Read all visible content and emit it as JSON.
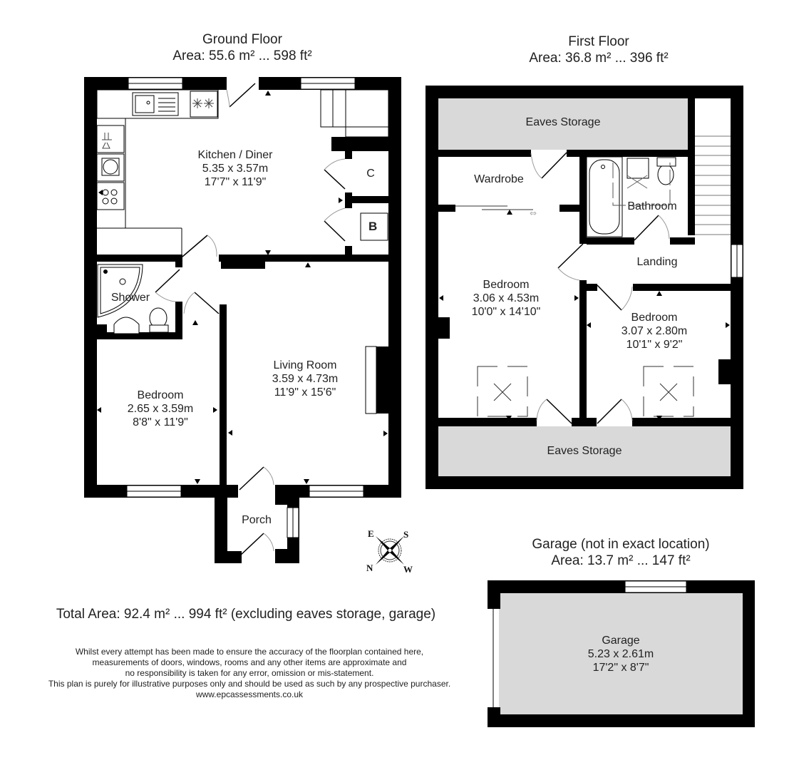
{
  "ground_floor": {
    "title": "Ground Floor",
    "area": "Area: 55.6 m² ... 598 ft²",
    "rooms": [
      {
        "name": "Kitchen / Diner",
        "metric": "5.35 x 3.57m",
        "imperial": "17'7\" x 11'9\""
      },
      {
        "name": "Living Room",
        "metric": "3.59 x 4.73m",
        "imperial": "11'9\" x 15'6\""
      },
      {
        "name": "Bedroom",
        "metric": "2.65 x 3.59m",
        "imperial": "8'8\" x 11'9\""
      },
      {
        "name": "Shower"
      },
      {
        "name": "Porch"
      },
      {
        "name": "C"
      },
      {
        "name": "B"
      }
    ]
  },
  "first_floor": {
    "title": "First Floor",
    "area": "Area: 36.8 m² ... 396 ft²",
    "rooms": [
      {
        "name": "Eaves Storage"
      },
      {
        "name": "Wardrobe"
      },
      {
        "name": "Bathroom"
      },
      {
        "name": "Landing"
      },
      {
        "name": "Bedroom",
        "metric": "3.06 x 4.53m",
        "imperial": "10'0\" x 14'10\""
      },
      {
        "name": "Bedroom",
        "metric": "3.07 x 2.80m",
        "imperial": "10'1\" x 9'2\""
      },
      {
        "name": "Eaves Storage"
      }
    ]
  },
  "garage": {
    "title": "Garage (not in exact location)",
    "area": "Area: 13.7 m² ... 147 ft²",
    "room": {
      "name": "Garage",
      "metric": "5.23 x 2.61m",
      "imperial": "17'2\" x 8'7\""
    }
  },
  "compass": {
    "n": "N",
    "e": "E",
    "s": "S",
    "w": "W"
  },
  "total_area": "Total Area: 92.4 m² ... 994 ft² (excluding eaves storage, garage)",
  "disclaimer": [
    "Whilst every attempt has been made to ensure the accuracy of the floorplan contained here,",
    "measurements of doors, windows, rooms and any other items are approximate and",
    "no responsibility is taken for any error, omission or mis-statement.",
    "This plan is purely for illustrative purposes only and should be used as such by any prospective purchaser.",
    "www.epcassessments.co.uk"
  ],
  "colors": {
    "wall": "#000000",
    "storage_fill": "#d9d9d9",
    "background": "#ffffff",
    "door_arc": "#999999"
  }
}
